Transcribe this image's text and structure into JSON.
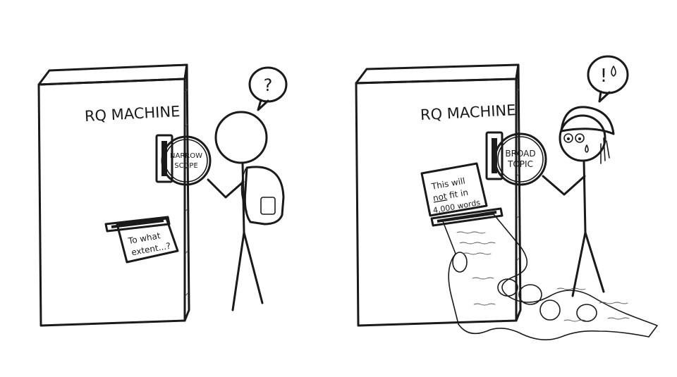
{
  "left_panel": {
    "machine_label": "RQ MACHINE",
    "coin_line1": "NARROW",
    "coin_line2": "SCOPE",
    "output_line1": "To what",
    "output_line2": "extent...?",
    "thought_symbol": "?"
  },
  "right_panel": {
    "machine_label": "RQ MACHINE",
    "coin_line1": "BROAD",
    "coin_line2": "TOPIC",
    "sign_line1": "This will",
    "sign_line2_word": "not",
    "sign_line2_rest": " fit in",
    "sign_line3": "4,000 words",
    "thought_symbol": "!"
  },
  "colors": {
    "ink": "#1a1a1a",
    "paper": "#ffffff",
    "shade": "#e8e8e8"
  }
}
